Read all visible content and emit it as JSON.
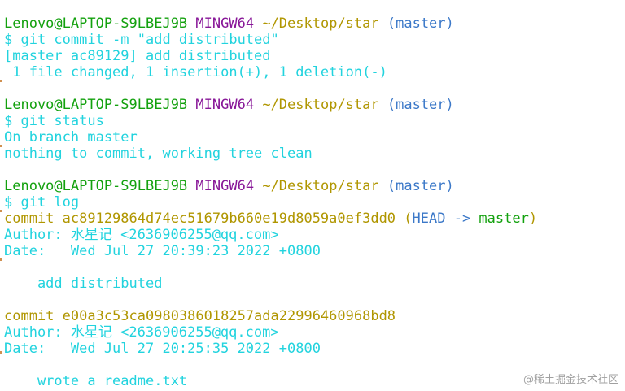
{
  "prompts": [
    {
      "user": "Lenovo@LAPTOP-S9LBEJ9B",
      "shell": "MINGW64",
      "path": "~/Desktop/star",
      "branch": "(master)"
    },
    {
      "user": "Lenovo@LAPTOP-S9LBEJ9B",
      "shell": "MINGW64",
      "path": "~/Desktop/star",
      "branch": "(master)"
    },
    {
      "user": "Lenovo@LAPTOP-S9LBEJ9B",
      "shell": "MINGW64",
      "path": "~/Desktop/star",
      "branch": "(master)"
    }
  ],
  "commands": [
    "$ git commit -m \"add distributed\"",
    "$ git status",
    "$ git log"
  ],
  "commit_output": {
    "line1": "[master ac89129] add distributed",
    "line2": " 1 file changed, 1 insertion(+), 1 deletion(-)"
  },
  "status_output": {
    "line1": "On branch master",
    "line2": "nothing to commit, working tree clean"
  },
  "log": [
    {
      "commit_line": "commit ac89129864d74ec51679b660e19d8059a0ef3dd0 ",
      "head_open": "(",
      "head": "HEAD -> ",
      "head_branch": "master",
      "head_close": ")",
      "author": "Author: 水星记 <2636906255@qq.com>",
      "date": "Date:   Wed Jul 27 20:39:23 2022 +0800",
      "message": "    add distributed"
    },
    {
      "commit_line": "commit e00a3c53ca0980386018257ada22996460968bd8",
      "author": "Author: 水星记 <2636906255@qq.com>",
      "date": "Date:   Wed Jul 27 20:25:35 2022 +0800",
      "message": "    wrote a readme.txt"
    }
  ],
  "watermark": "@稀土掘金技术社区",
  "colors": {
    "user": "#13a10e",
    "shell": "#881798",
    "path": "#b09600",
    "branch": "#3b78c8",
    "output": "#22d3de"
  }
}
